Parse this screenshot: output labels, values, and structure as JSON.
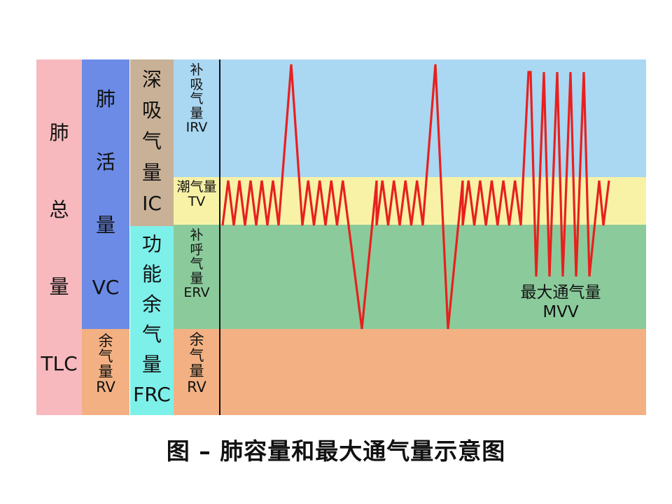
{
  "columns": {
    "tlc": [
      "肺",
      "总",
      "量",
      "TLC"
    ],
    "vc": [
      "肺",
      "活",
      "量",
      "VC"
    ],
    "rv_left": [
      "余",
      "气",
      "量",
      "RV"
    ],
    "ic": [
      "深",
      "吸",
      "气",
      "量",
      "IC"
    ],
    "frc": [
      "功",
      "能",
      "余",
      "气",
      "量",
      "FRC"
    ]
  },
  "bands": {
    "irv": [
      "补",
      "吸",
      "气",
      "量",
      "IRV"
    ],
    "tv": [
      "潮气量",
      "TV"
    ],
    "erv": [
      "补",
      "呼",
      "气",
      "量",
      "ERV"
    ],
    "rv": [
      "余",
      "气",
      "量",
      "RV"
    ]
  },
  "mvv_label": [
    "最大通气量",
    "MVV"
  ],
  "caption": "图 – 肺容量和最大通气量示意图",
  "colors": {
    "tlc": "#f7b9bd",
    "vc": "#6b8be6",
    "ic": "#c8b197",
    "frc": "#7df0ea",
    "irv": "#aad7f2",
    "tv": "#f8f2a6",
    "erv": "#8bcb9b",
    "rv": "#f3b183",
    "trace": "#e8201e"
  }
}
